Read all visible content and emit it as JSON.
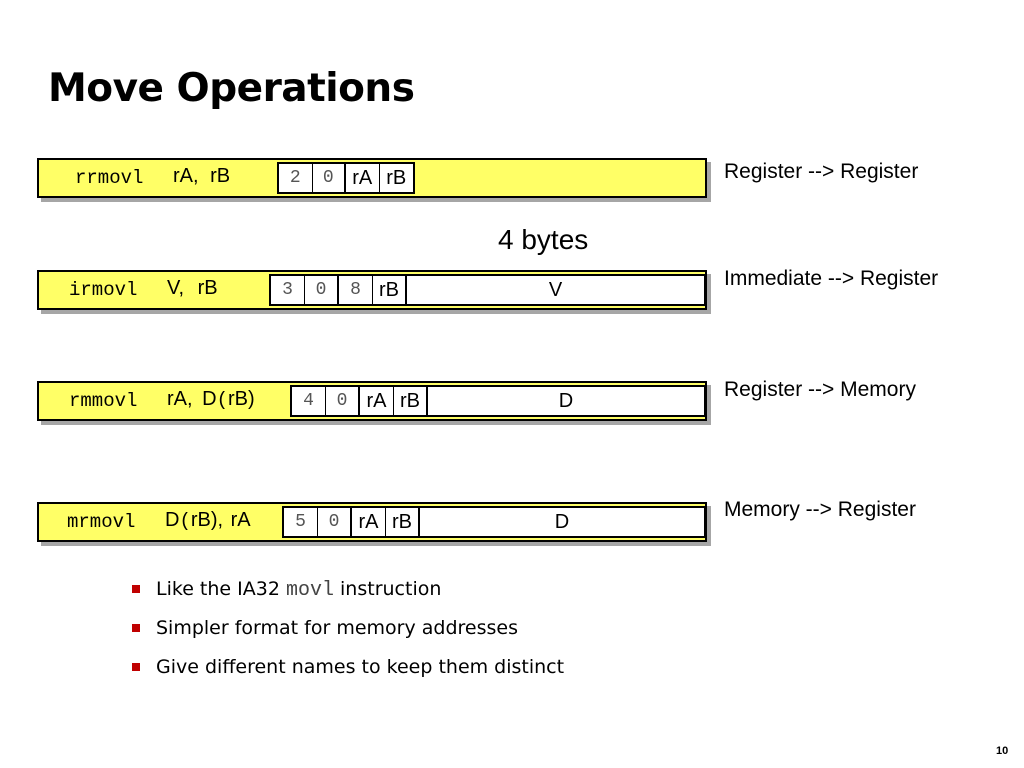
{
  "title": "Move Operations",
  "bytes_label": "4 bytes",
  "rows": [
    {
      "mnemonic": "rrmovl",
      "operands": {
        "a": "rA,",
        "b": "rB",
        "c": ""
      },
      "encoding": [
        "2",
        "0",
        "rA",
        "rB"
      ],
      "description": "Register --> Register"
    },
    {
      "mnemonic": "irmovl",
      "operands": {
        "a": "V,",
        "b": "rB"
      },
      "encoding": [
        "3",
        "0",
        "8",
        "rB",
        "V"
      ],
      "description": "Immediate --> Register"
    },
    {
      "mnemonic": "rmmovl",
      "operands": {
        "a": "rA,",
        "b": "D",
        "p1": "(",
        "r": "rB",
        "p2": ")"
      },
      "encoding": [
        "4",
        "0",
        "rA",
        "rB",
        "D"
      ],
      "description": "Register --> Memory"
    },
    {
      "mnemonic": "mrmovl",
      "operands": {
        "a": "D",
        "p1": "(",
        "r": "rB),",
        "b": "rA"
      },
      "encoding": [
        "5",
        "0",
        "rA",
        "rB",
        "D"
      ],
      "description": "Memory --> Register"
    }
  ],
  "bullets": [
    {
      "pre": "Like the IA32",
      "code": "movl",
      "post": "instruction"
    },
    {
      "text": "Simpler format for memory addresses"
    },
    {
      "text": "Give different names to keep them distinct"
    }
  ],
  "page_number": "10",
  "colors": {
    "box_fill": "#ffff66",
    "bullet": "#c00000",
    "shadow": "#a6a6a6"
  }
}
